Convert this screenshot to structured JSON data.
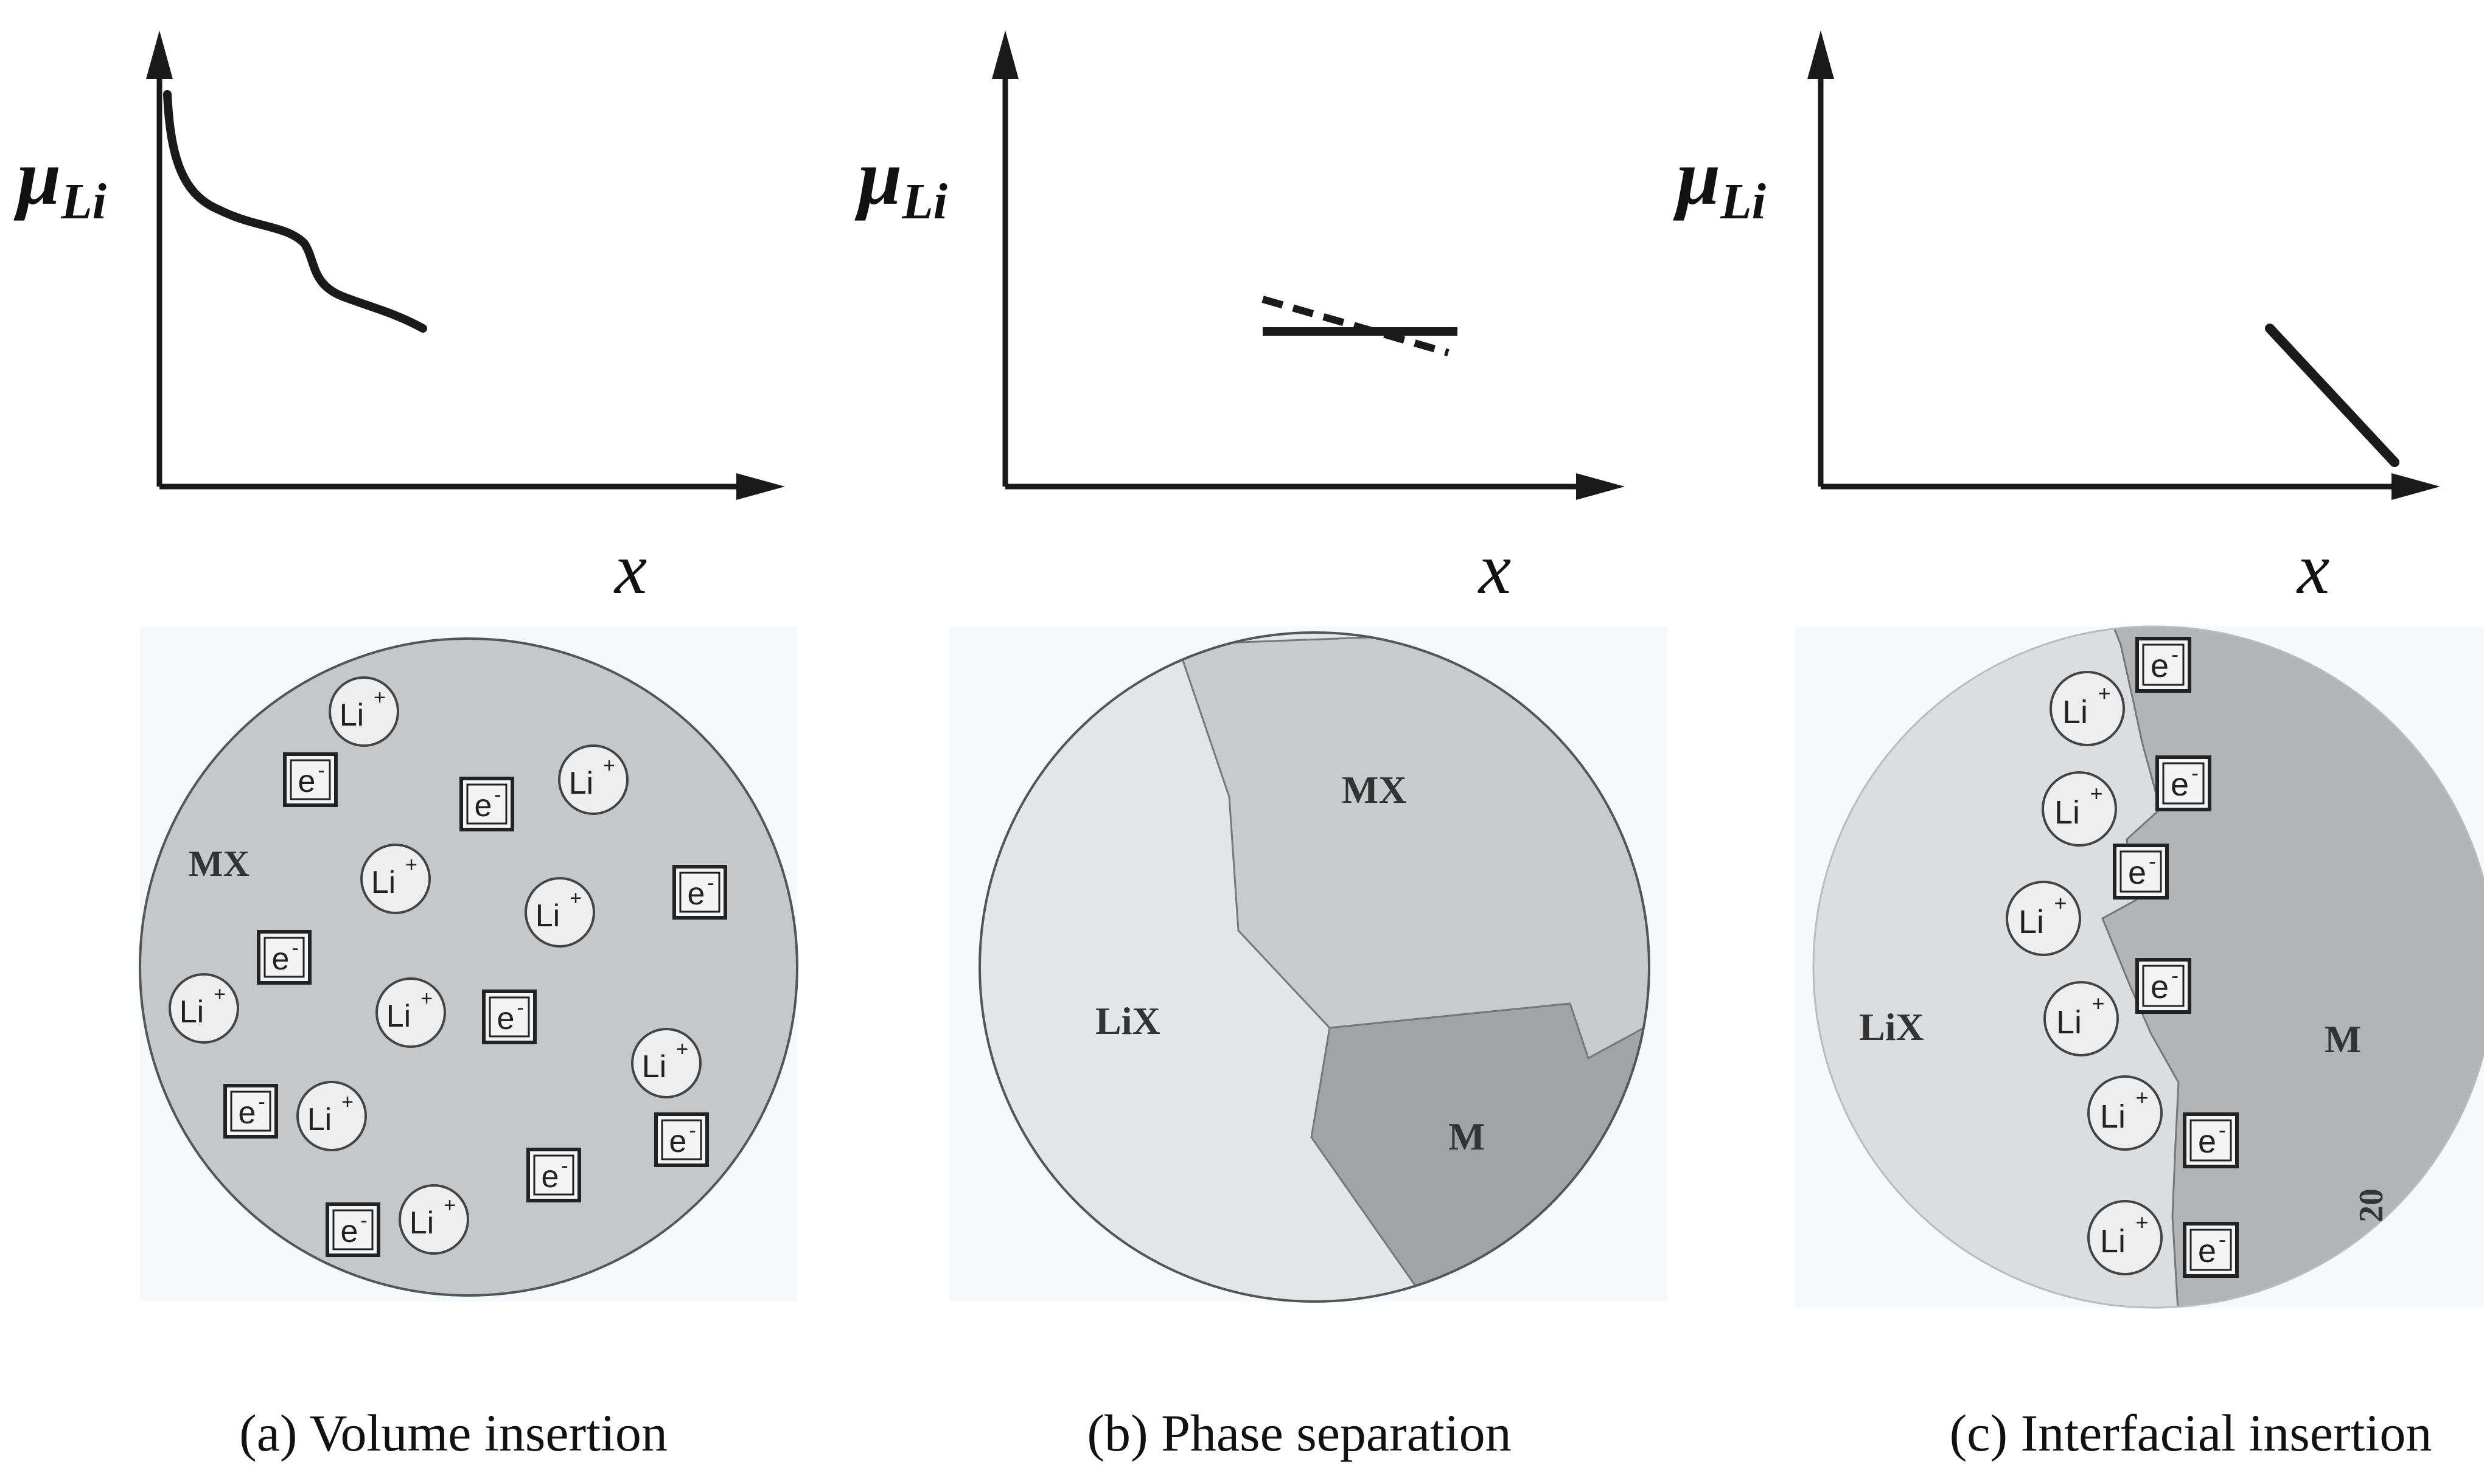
{
  "panels": [
    {
      "id": "a",
      "ylabel_main": "μ",
      "ylabel_sub": "Li",
      "xlabel": "x",
      "curve": "monotonic decrease with a plateau and step",
      "regions": [
        {
          "label": "MX",
          "color": "#c6c7c9"
        }
      ],
      "caption": "(a) Volume insertion"
    },
    {
      "id": "b",
      "ylabel_main": "μ",
      "ylabel_sub": "Li",
      "xlabel": "x",
      "curve": "short flat plateau (solid with dashed line)",
      "regions": [
        {
          "label": "LiX",
          "color": "#e4e5e7"
        },
        {
          "label": "MX",
          "color": "#c9cacc"
        },
        {
          "label": "M",
          "color": "#a1a3a5"
        }
      ],
      "caption": "(b) Phase separation"
    },
    {
      "id": "c",
      "ylabel_main": "μ",
      "ylabel_sub": "Li",
      "xlabel": "x",
      "curve": "steep linear decrease at high x",
      "regions": [
        {
          "label": "LiX",
          "color": "#dcdddf"
        },
        {
          "label": "M",
          "color": "#b3b4b6"
        }
      ],
      "marginal_text": "20",
      "caption": "(c) Interfacial insertion"
    }
  ],
  "species": {
    "lithium_ion_main": "Li",
    "lithium_ion_charge": "+",
    "electron_main": "e",
    "electron_charge": "-"
  },
  "colors": {
    "axis": "#1a1a1a",
    "curve": "#1a1a1a",
    "ion_fill": "#eeeeee",
    "electron_fill": "#f4f4f4",
    "background_panel": "#f6f9fb"
  }
}
